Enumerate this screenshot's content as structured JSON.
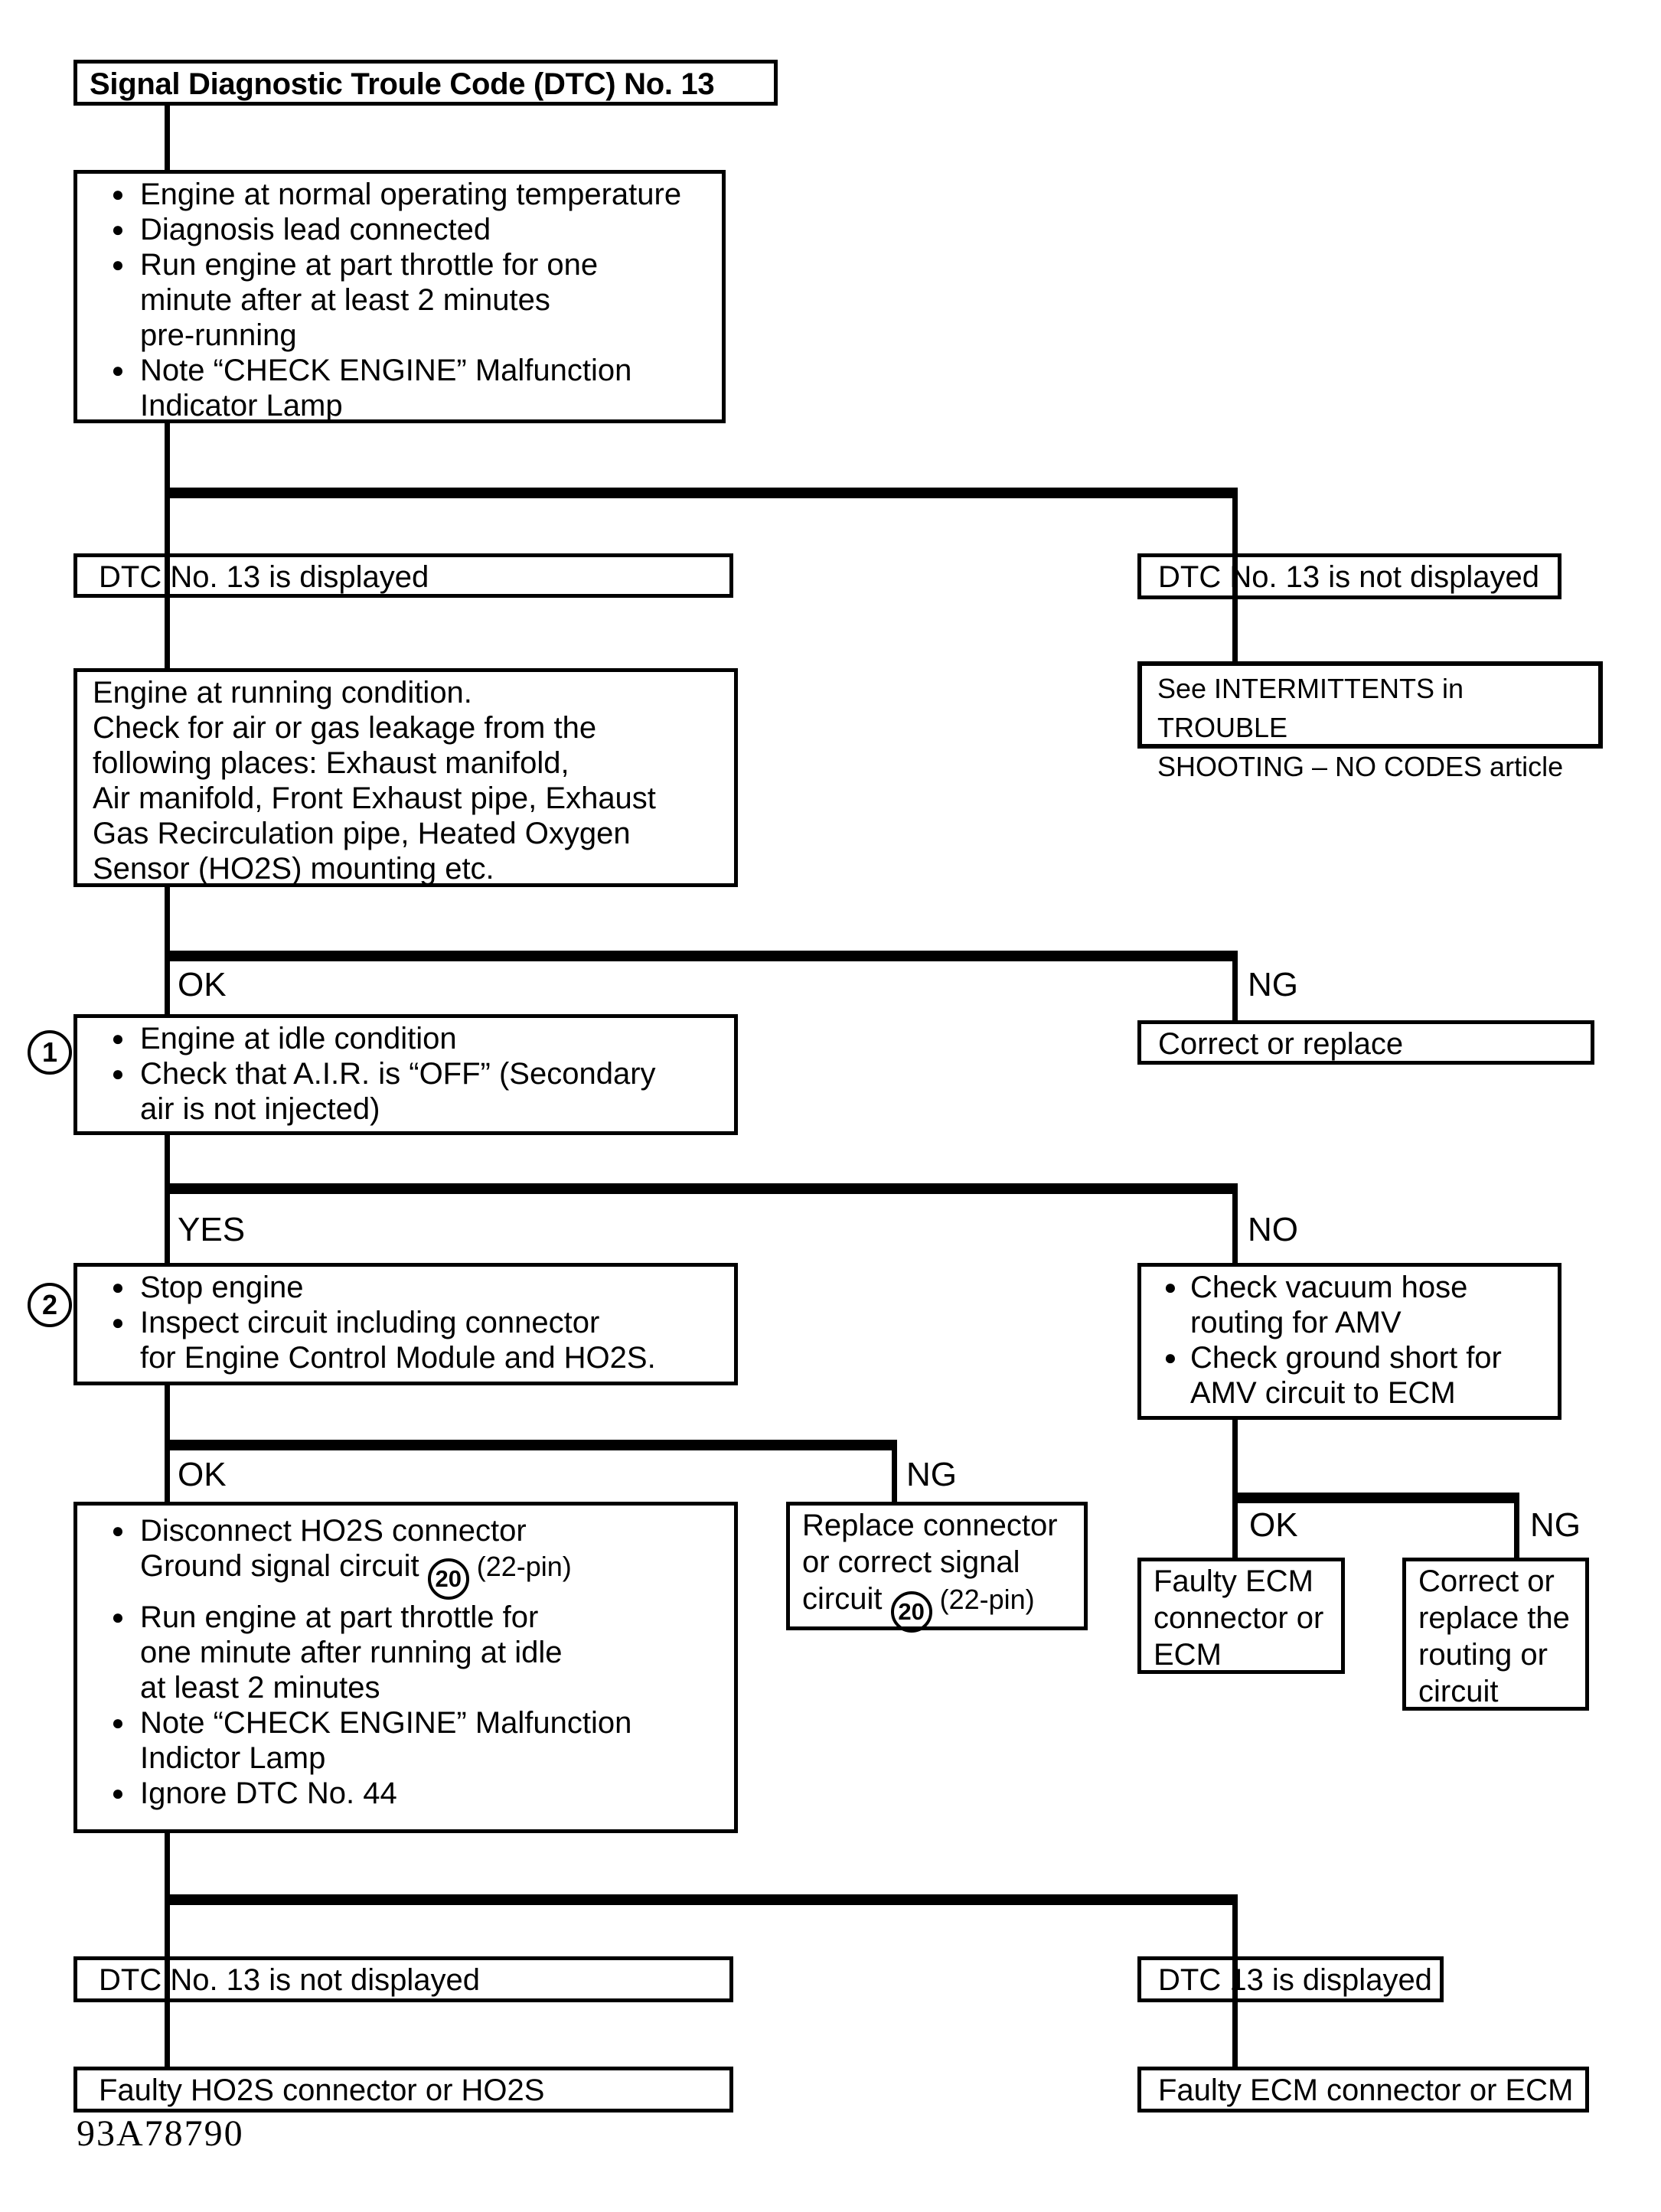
{
  "glyphs": {
    "bullet": "●"
  },
  "markers": {
    "step1": "1",
    "step2": "2",
    "circ20a": "20",
    "circ20b": "20"
  },
  "labels": {
    "ok1": "OK",
    "ng1": "NG",
    "yes1": "YES",
    "no1": "NO",
    "ok2": "OK",
    "ng2": "NG",
    "ok3": "OK",
    "ng3": "NG"
  },
  "figure_id": "93A78790",
  "nodes": {
    "title": "Signal Diagnostic Troule Code (DTC) No. 13",
    "preconditions": {
      "b1": "Engine at normal operating temperature",
      "b2": "Diagnosis lead connected",
      "b3": "Run engine at part throttle for one\nminute after at least 2 minutes\npre-running",
      "b4": "Note “CHECK ENGINE” Malfunction\nIndicator Lamp"
    },
    "dtc13_displayed": "DTC No. 13 is displayed",
    "dtc13_not_displayed": "DTC No. 13 is not displayed",
    "see_intermittents": "See INTERMITTENTS in TROUBLE\nSHOOTING – NO CODES article",
    "engine_running": "Engine at running condition.\nCheck for air or gas leakage from the\nfollowing places: Exhaust manifold,\nAir manifold, Front Exhaust pipe, Exhaust\nGas Recirculation pipe, Heated Oxygen\nSensor (HO2S) mounting etc.",
    "idle_check": {
      "b1": "Engine at idle condition",
      "b2": "Check that A.I.R. is “OFF” (Secondary\nair is not injected)"
    },
    "correct_or_replace": "Correct or replace",
    "stop_engine": {
      "b1": "Stop engine",
      "b2": "Inspect circuit including connector\nfor Engine Control Module and HO2S."
    },
    "check_vacuum": {
      "b1": "Check vacuum hose\nrouting for AMV",
      "b2": "Check ground short for\nAMV circuit to ECM"
    },
    "disconnect_ho2s": {
      "b1a": "Disconnect HO2S connector\nGround signal circuit ",
      "b1b": " (22-pin)",
      "b2": "Run engine at part throttle for\none minute after running at idle\nat least 2 minutes",
      "b3": "Note “CHECK ENGINE” Malfunction\nIndictor Lamp",
      "b4": "Ignore DTC No. 44"
    },
    "replace_connector": {
      "a": "Replace connector\nor correct signal\ncircuit ",
      "b": " (22-pin)"
    },
    "faulty_ecm_small": "Faulty ECM\nconnector or\nECM",
    "correct_routing": "Correct or\nreplace the\nrouting or\ncircuit",
    "dtc13_not_displayed2": "DTC No. 13 is not displayed",
    "dtc13_displayed2": "DTC 13 is displayed",
    "faulty_ho2s": "Faulty HO2S connector or HO2S",
    "faulty_ecm": "Faulty ECM connector or ECM"
  }
}
